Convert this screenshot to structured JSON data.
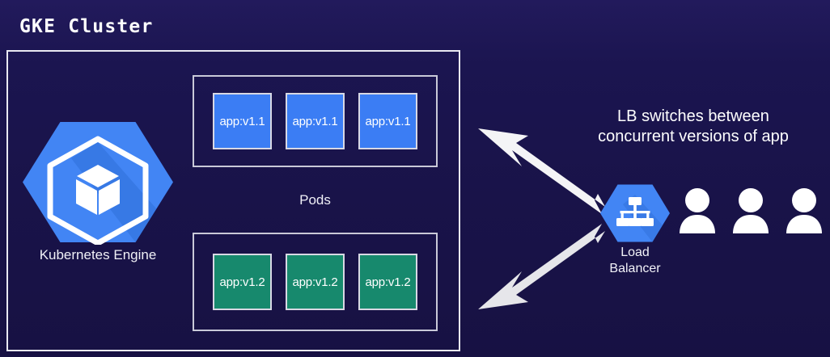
{
  "diagram": {
    "type": "architecture-diagram",
    "background_color": "#191452",
    "title": "GKE Cluster"
  },
  "cluster": {
    "title": "GKE Cluster",
    "border_color": "#e9e9f2"
  },
  "gke_node": {
    "label": "Kubernetes Engine",
    "icon": "kubernetes-engine-hexagon-icon",
    "hex_color": "#4285f4"
  },
  "pods": {
    "label": "Pods",
    "groups": [
      {
        "id": "v1.1",
        "color": "#3b7df4",
        "items": [
          {
            "label": "app:v1.1"
          },
          {
            "label": "app:v1.1"
          },
          {
            "label": "app:v1.1"
          }
        ]
      },
      {
        "id": "v1.2",
        "color": "#17896d",
        "items": [
          {
            "label": "app:v1.2"
          },
          {
            "label": "app:v1.2"
          },
          {
            "label": "app:v1.2"
          }
        ]
      }
    ]
  },
  "load_balancer": {
    "label_line1": "Load",
    "label_line2": "Balancer",
    "icon": "load-balancer-hexagon-icon",
    "hex_color": "#4285f4"
  },
  "caption": {
    "line1": "LB switches between",
    "line2": "concurrent versions of app",
    "color": "#ffffff"
  },
  "arrows": {
    "color": "#f2f2f2",
    "items": [
      {
        "name": "arrow-to-v11-pods",
        "direction": "up-left"
      },
      {
        "name": "arrow-to-v12-pods",
        "direction": "down-left"
      }
    ]
  },
  "users": {
    "count": 3,
    "color": "#ffffff",
    "icon": "user-icon"
  }
}
